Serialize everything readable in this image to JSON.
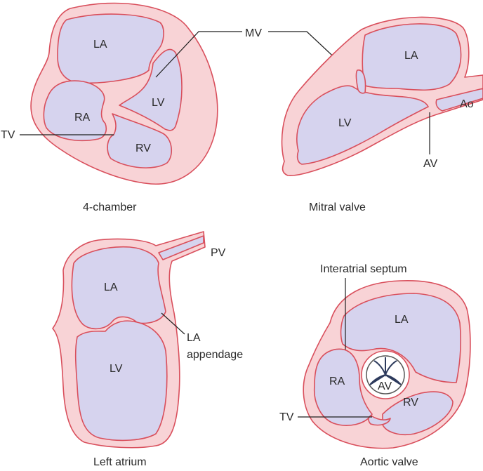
{
  "panels": {
    "four_chamber": {
      "caption": "4-chamber",
      "labels": {
        "la": "LA",
        "lv": "LV",
        "ra": "RA",
        "rv": "RV",
        "tv": "TV"
      }
    },
    "mitral_valve": {
      "caption": "Mitral valve",
      "labels": {
        "la": "LA",
        "lv": "LV",
        "ao": "Ao",
        "av": "AV"
      }
    },
    "shared": {
      "mv": "MV"
    },
    "left_atrium": {
      "caption": "Left atrium",
      "labels": {
        "la": "LA",
        "lv": "LV",
        "pv": "PV",
        "la_appendage_1": "LA",
        "la_appendage_2": "appendage"
      }
    },
    "aortic_valve": {
      "caption": "Aortic valve",
      "labels": {
        "la": "LA",
        "ra": "RA",
        "rv": "RV",
        "av": "AV",
        "tv": "TV",
        "septum": "Interatrial septum"
      }
    }
  },
  "colors": {
    "wall_fill": "#f8d3d6",
    "wall_stroke": "#d94f5c",
    "cavity_fill": "#d6d3ee",
    "leader_line": "#1e1e1e"
  }
}
